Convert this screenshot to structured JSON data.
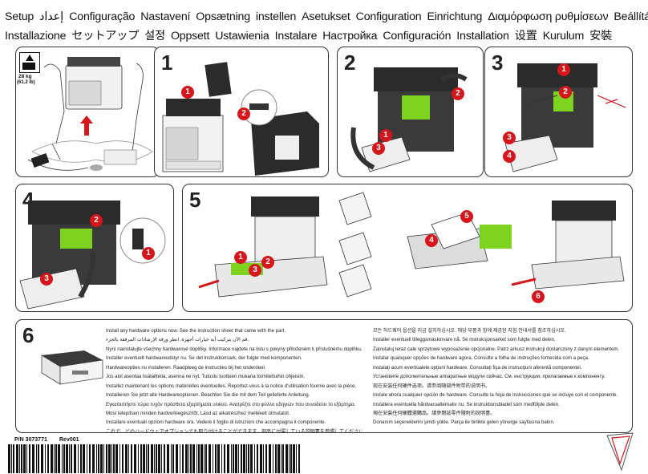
{
  "header": {
    "line1": [
      "Setup",
      "إعداد",
      "Configuração",
      "Nastavení",
      "Opsætning",
      "instellen",
      "Asetukset",
      "Configuration",
      "Einrichtung",
      "Διαμόρφωση ρυθμίσεων",
      "Beállítás"
    ],
    "line2": [
      "Installazione",
      "セットアップ",
      "설정",
      "Oppsett",
      "Ustawienia",
      "Instalare",
      "Настройка",
      "Configuración",
      "Installation",
      "设置",
      "Kurulum",
      "安裝"
    ]
  },
  "weight": {
    "kg": "28 kg",
    "lb": "(61.2 lb)"
  },
  "steps": {
    "s1": {
      "number": "1",
      "markers": [
        "1",
        "2"
      ]
    },
    "s2": {
      "number": "2",
      "markers": [
        "1",
        "2",
        "3"
      ]
    },
    "s3": {
      "number": "3",
      "markers": [
        "1",
        "2",
        "3",
        "4"
      ]
    },
    "s4": {
      "number": "4",
      "markers": [
        "1",
        "2",
        "3"
      ]
    },
    "s5": {
      "number": "5",
      "markers": [
        "1",
        "2",
        "3",
        "4",
        "5",
        "6"
      ]
    },
    "s6": {
      "number": "6"
    }
  },
  "instructions": {
    "left": [
      "Install any hardware options now. See the instruction sheet that came with the part.",
      "قم الآن بتركيب أية خيارات أجهزة. انظر ورقة الإرشادات المرفقة بالجزء.",
      "Nyní nainstalujte všechny hardwarové doplňky. Informace najdete na listu s pokyny přiloženém k příslušnému doplňku.",
      "Installer eventuelt hardwareudstyr nu. Se det instruktionsark, der fulgte med komponenten.",
      "Hardwareopties nu installeren. Raadpleeg de instructies bij het onderdeel.",
      "Jos aiot asentaa lisälaitteita, asenna ne nyt. Tutustu tuotteen mukana toimitettuihin ohjeisiin.",
      "Installez maintenant les options matérielles éventuelles. Reportez-vous à la notice d'utilisation fournie avec la pièce.",
      "Installieren Sie jetzt alle Hardwareoptionen. Beachten Sie die mit dem Teil gelieferte Anleitung.",
      "Εγκαταστήστε τώρα τυχόν πρόσθετα εξαρτήματα υλικού. Ανατρέξτε στο φύλλο οδηγιών που συνοδεύει το εξάρτημα.",
      "Most telepítsen minden hardverkiegészítőt. Lásd az alkatrészhez mellékelt útmutatót.",
      "Installare eventuali opzioni hardware ora. Vedere il foglio di istruzioni che accompagna il componente.",
      "これで、どのハードウェアオプションでも取り付けることができます。部品に付属している説明書を参照してください。"
    ],
    "right": [
      "모든 하드웨어 옵션을 지금 설치하십시오. 해당 부품과 함께 제공된 지침 안내서를 참조하십시오.",
      "Installer eventuell tilleggsmaskinvare nå. Se instruksjonsarket som fulgte med delen.",
      "Zainstaluj teraz całe sprzętowe wyposażenie opcjonalne. Patrz arkusz instrukcji dostarczony z danym elementem.",
      "Instalar quaisquer opções de hardware agora. Consulte a folha de instruções fornecida com a peça.",
      "Instalaţi acum eventualele opţiuni hardware. Consultaţi fişa de instrucţiuni aferentă componentei.",
      "Установите дополнительные аппаратные модули сейчас. См. инструкции, прилагаемые к компоненту.",
      "现在安装任何硬件选项。请参阅随部件附带的说明书。",
      "Instale ahora cualquier opción de hardware. Consulte la hoja de instrucciones que se incluye con el componente.",
      "Installera eventuella hårdvarualternativ nu. Se instruktionsbladet som medföljde delen.",
      "現在安裝任何硬體選購品。請參閱該零件隨附的說明書。",
      "Donanım seçeneklerini şimdi yükle. Parça ile birlikte gelen yönerge sayfasına bakın."
    ]
  },
  "footer": {
    "part_number": "P/N 3073771",
    "revision": "Rev001"
  },
  "colors": {
    "accent": "#d6161b",
    "highlight": "#7ed321",
    "outline": "#333333"
  }
}
